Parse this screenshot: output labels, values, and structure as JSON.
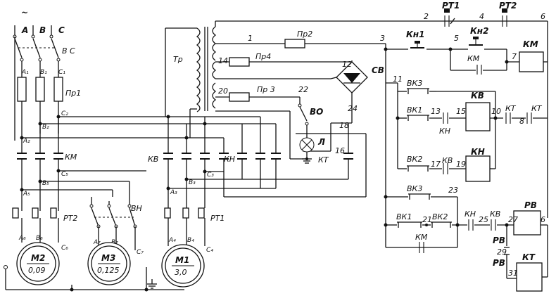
{
  "supply": {
    "ac_symbol": "~",
    "phase_a": "A",
    "phase_b": "B",
    "phase_c": "C",
    "bus_label": "B C"
  },
  "terminals": {
    "A1": "A₁",
    "B1": "B₁",
    "C1": "C₁",
    "A2": "A₂",
    "B2": "B₂",
    "C2": "C₂",
    "A3": "A₃",
    "B3": "B₃",
    "C3": "C₃",
    "A4": "A₄",
    "B4": "B₄",
    "C4": "C₄",
    "A5": "A₅",
    "B5": "B₅",
    "C5": "C₅",
    "A6": "A₆",
    "B6": "B₆",
    "C6": "C₆",
    "A7": "A₇",
    "B7": "B₇",
    "C7": "C₇"
  },
  "components": {
    "fuses_main": "Пр1",
    "contactor_main": "КМ",
    "contactor_kv": "КВ",
    "contactor_kn": "КН",
    "thermal_rt1": "РТ1",
    "thermal_rt2": "РТ2",
    "switch_vn": "ВН",
    "transformer": "Тр",
    "fuse_pr2": "Пр2",
    "fuse_pr3": "Пр 3",
    "fuse_pr4": "Пр4",
    "rectifier": "СВ",
    "lamp_switch": "ВО",
    "lamp": "Л",
    "brake_contact_kt": "КТ",
    "rt1_contact": "РТ1",
    "rt2_contact": "РТ2",
    "button_kn1": "Кн1",
    "button_kn2": "Кн2",
    "km_coil": "КМ",
    "km_hold": "КМ",
    "vk3": "ВК3",
    "vk1": "ВК1",
    "vk2": "ВК2",
    "kn_contact": "КН",
    "kv_contact": "КВ",
    "kv_coil": "КВ",
    "kn_coil": "КН",
    "kt_contact": "КТ",
    "rv_coil": "РВ",
    "rv_contact": "РВ",
    "kt_coil": "КТ"
  },
  "motors": [
    {
      "name": "М2",
      "power": "0,09"
    },
    {
      "name": "М3",
      "power": "0,125"
    },
    {
      "name": "М1",
      "power": "3,0"
    }
  ],
  "nodes": {
    "n1": "1",
    "n2": "2",
    "n3": "3",
    "n4": "4",
    "n5": "5",
    "n6": "6",
    "n6b": "6",
    "n7": "7",
    "n8": "8",
    "n10": "10",
    "n11": "11",
    "n12": "12",
    "n13": "13",
    "n14": "14",
    "n15": "15",
    "n16": "16",
    "n17": "17",
    "n18": "18",
    "n19": "19",
    "n20": "20",
    "n21": "21",
    "n22": "22",
    "n23": "23",
    "n24": "24",
    "n25": "25",
    "n27": "27",
    "n29": "29",
    "n31": "31"
  }
}
